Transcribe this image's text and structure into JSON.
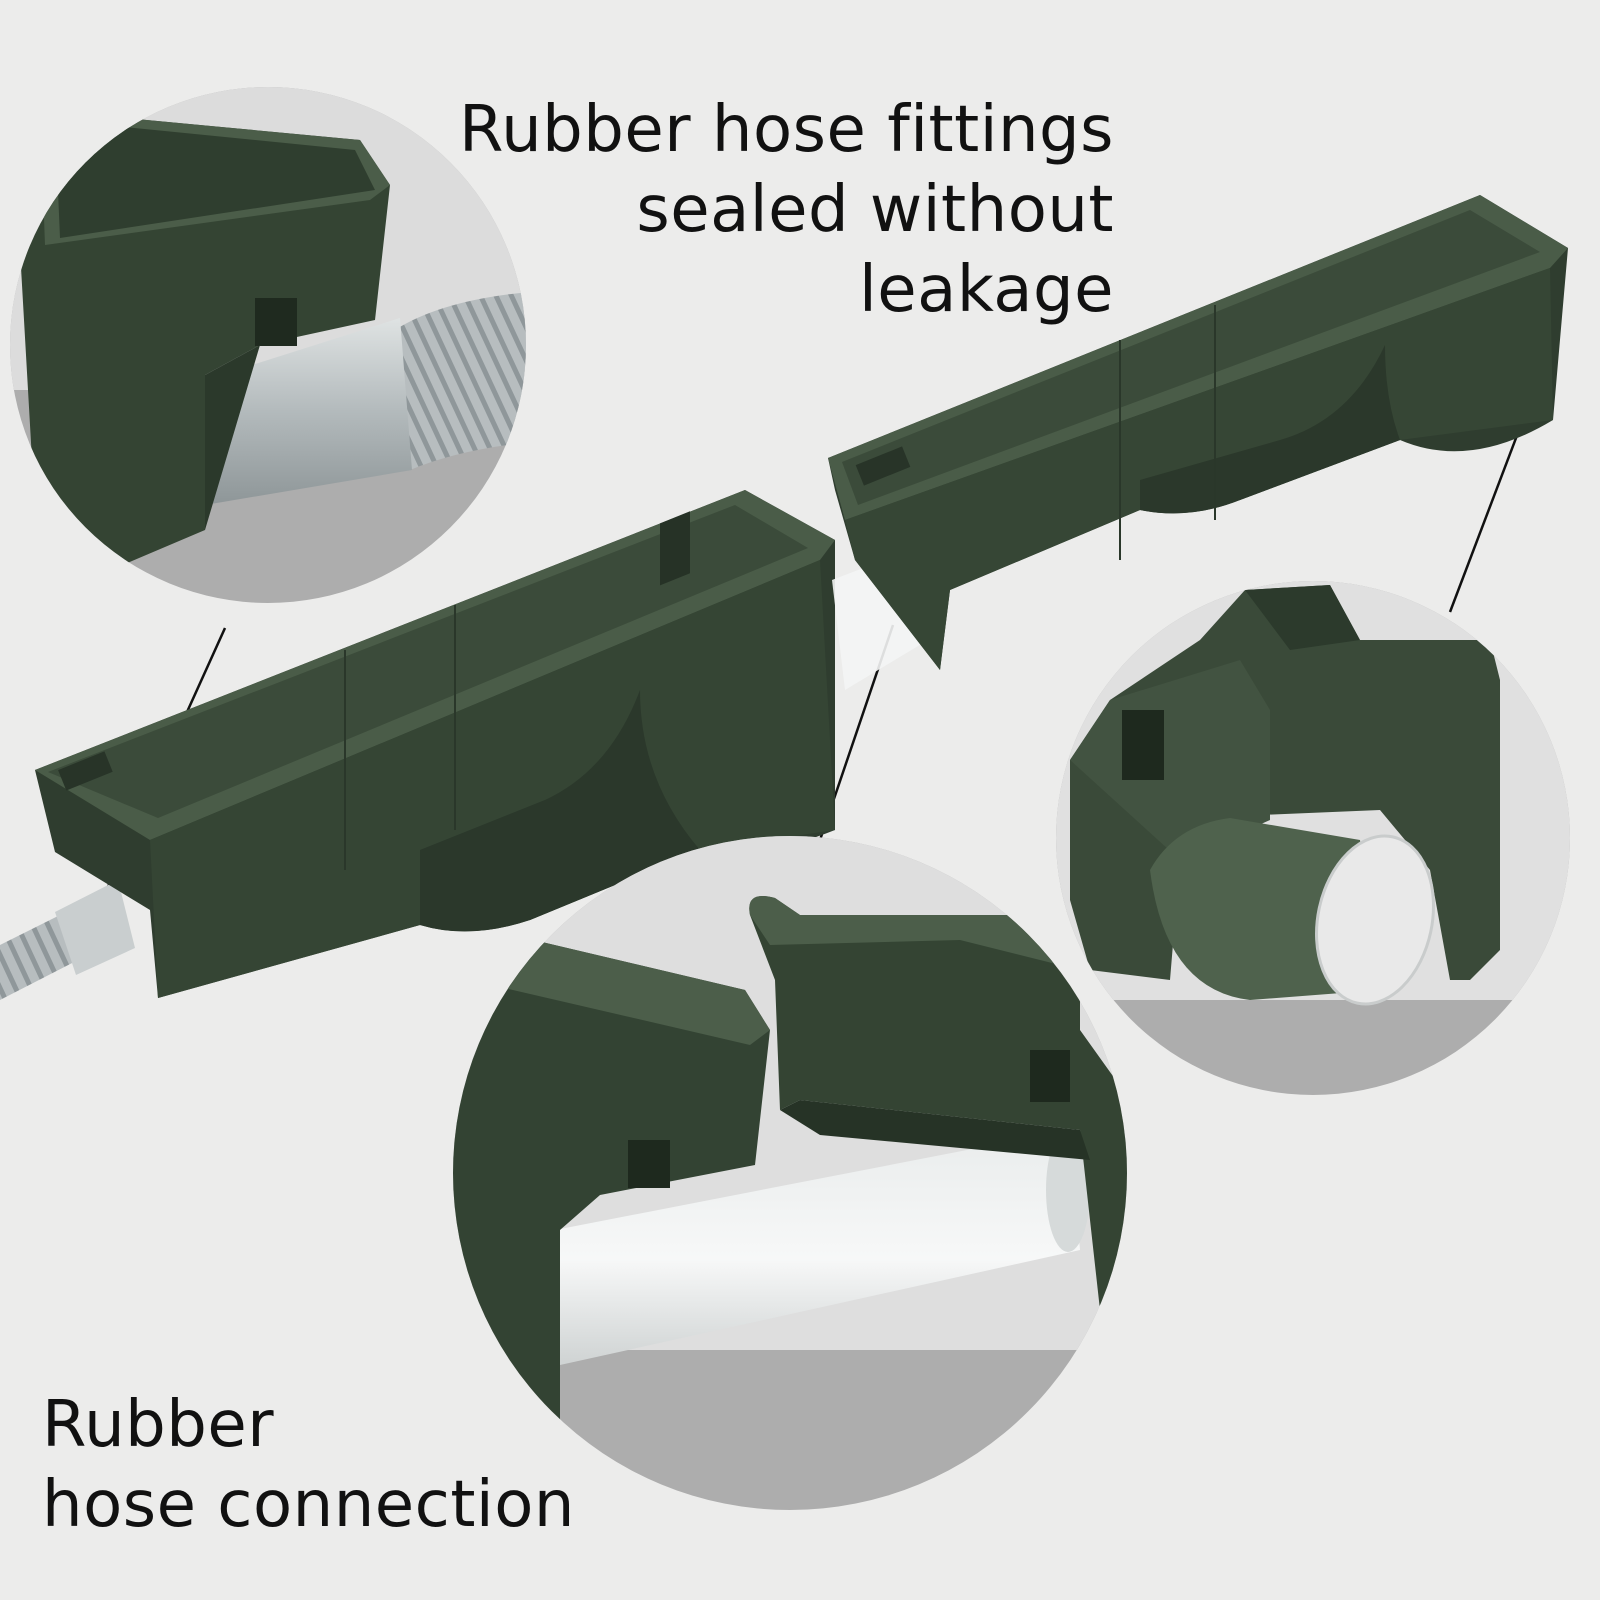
{
  "captions": {
    "top": [
      "Rubber hose fittings",
      "sealed without",
      "leakage"
    ],
    "bottom": [
      "Rubber",
      "hose connection"
    ]
  },
  "colors": {
    "background": "#ececeb",
    "trough_green": "#3a4a39",
    "trough_dark": "#2c3a2c",
    "trough_light": "#4d5e4b",
    "hose_gray": "#b9bfc1",
    "circle_bg": "#adadad",
    "text": "#111111"
  },
  "icons": [
    "trough-illustration",
    "hose-connector-zoom",
    "hose-fitting-zoom",
    "end-cap-zoom"
  ]
}
